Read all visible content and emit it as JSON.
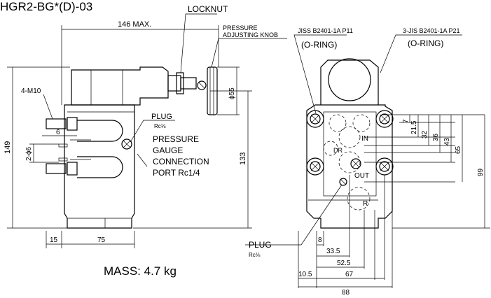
{
  "title": "HGR2-BG*(D)-03",
  "mass": "MASS:  4.7 kg",
  "labels": {
    "locknut": "LOCKNUT",
    "knob_line1": "PRESSURE",
    "knob_line2": "ADJUSTING KNOB",
    "jis_left": "JISS B2401-1A P11",
    "oring_left": "(O-RING)",
    "jis_right": "3-JIS B2401-1A P21",
    "oring_right": "(O-RING)",
    "m10": "4-M10",
    "phi6": "2-ϕ6",
    "plug_top": "PLUG",
    "plug_top_size": "Rc⅛",
    "gauge_l1": "PRESSURE",
    "gauge_l2": "GAUGE",
    "gauge_l3": "CONNECTION",
    "gauge_l4": "PORT Rc1/4",
    "plug_bottom": "PLUG",
    "plug_bottom_size": "Rc⅛",
    "port_dr": "DR",
    "port_in": "IN",
    "port_out": "OUT",
    "port_r": "R"
  },
  "dims": {
    "d146": "146 MAX.",
    "d149": "149",
    "d133": "133",
    "d55": "ϕ55",
    "d6": "6",
    "d15": "15",
    "d75": "75",
    "d7": "7",
    "d21_5": "21.5",
    "d32": "32",
    "d36": "36",
    "d43": "43",
    "d65": "65",
    "d99": "99",
    "d8": "8",
    "d33_5": "33.5",
    "d52_5": "52.5",
    "d10_5": "10.5",
    "d67": "67",
    "d88": "88"
  }
}
